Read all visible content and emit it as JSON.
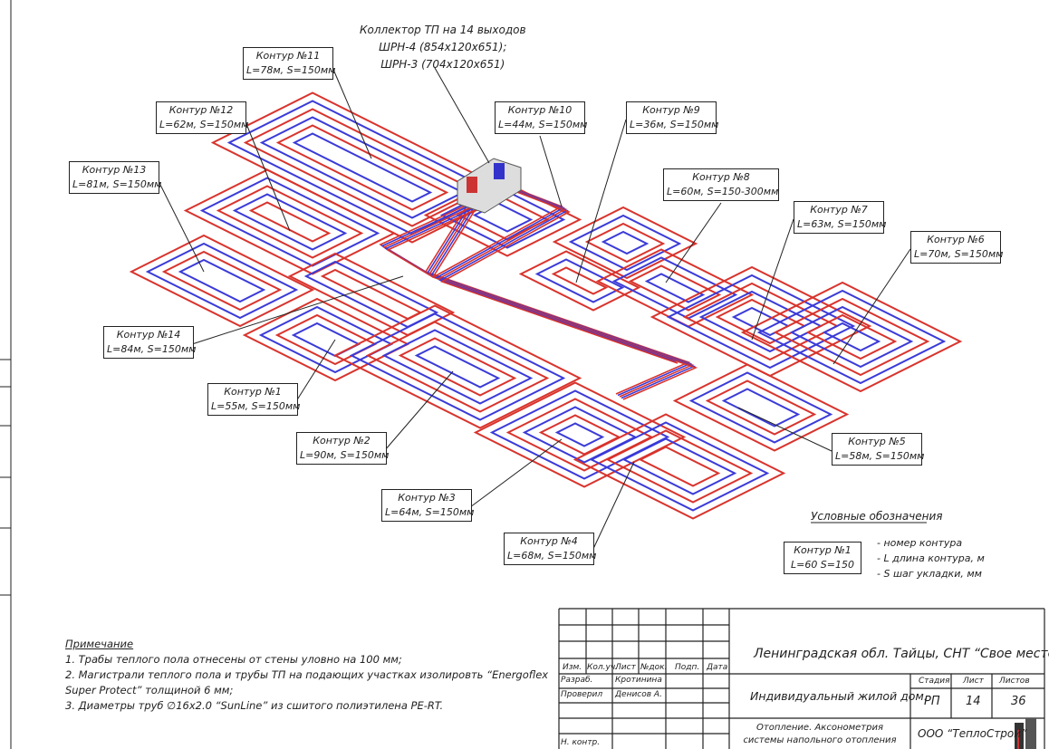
{
  "collector": {
    "line1": "Коллектор ТП на 14 выходов",
    "line2": "ШРН-4 (854x120x651);",
    "line3": "ШРН-3 (704x120x651)"
  },
  "contours": [
    {
      "id": "11",
      "name": "Контур №11",
      "params": "L=78м, S=150мм"
    },
    {
      "id": "12",
      "name": "Контур №12",
      "params": "L=62м, S=150мм"
    },
    {
      "id": "13",
      "name": "Контур №13",
      "params": "L=81м, S=150мм"
    },
    {
      "id": "10",
      "name": "Контур №10",
      "params": "L=44м, S=150мм"
    },
    {
      "id": "9",
      "name": "Контур №9",
      "params": "L=36м, S=150мм"
    },
    {
      "id": "8",
      "name": "Контур №8",
      "params": "L=60м, S=150-300мм"
    },
    {
      "id": "7",
      "name": "Контур №7",
      "params": "L=63м, S=150мм"
    },
    {
      "id": "6",
      "name": "Контур №6",
      "params": "L=70м, S=150мм"
    },
    {
      "id": "14",
      "name": "Контур №14",
      "params": "L=84м, S=150мм"
    },
    {
      "id": "1",
      "name": "Контур №1",
      "params": "L=55м, S=150мм"
    },
    {
      "id": "2",
      "name": "Контур №2",
      "params": "L=90м, S=150мм"
    },
    {
      "id": "5",
      "name": "Контур №5",
      "params": "L=58м, S=150мм"
    },
    {
      "id": "3",
      "name": "Контур №3",
      "params": "L=64м, S=150мм"
    },
    {
      "id": "4",
      "name": "Контур №4",
      "params": "L=68м, S=150мм"
    }
  ],
  "legend": {
    "title": "Условные обозначения",
    "sample_name": "Контур №1",
    "sample_params": "L=60 S=150",
    "item1": "- номер контура",
    "item2": "- L длина контура, м",
    "item3": "- S шаг укладки, мм"
  },
  "notes": {
    "title": "Примечание",
    "n1": "1. Трабы теплого пола отнесены от стены уловно на 100 мм;",
    "n2": "2. Магистрали теплого пола и трубы ТП на подающих участках изолировть “Energoflex",
    "n2b": "Super Protect” толщиной 6 мм;",
    "n3": "3. Диаметры труб ∅16x2.0 “SunLine” из сшитого полиэтилена PE-RT."
  },
  "title_block": {
    "address": "Ленинградская обл. Тайцы, СНТ “Свое место”",
    "object": "Индивидуальный жилой дом.",
    "sheet_title": "Отопление. Аксонометрия системы напольного отопления",
    "company": "ООО “ТеплоСтрой”",
    "headers": {
      "izm": "Изм.",
      "kol": "Кол.уч.",
      "list": "Лист",
      "ndok": "№док.",
      "podp": "Подп.",
      "data": "Дата"
    },
    "razrab_label": "Разраб.",
    "razrab": "Кротинина",
    "prov_label": "Проверил",
    "prov": "Денисов А.",
    "nkontr_label": "Н. контр.",
    "stage_label": "Стадия",
    "sheet_label": "Лист",
    "sheets_label": "Листов",
    "stage": "РП",
    "sheet": "14",
    "sheets": "36"
  },
  "colors": {
    "supply": "#d8332c",
    "return": "#3a3ad8",
    "main": "#7a2c9e"
  }
}
